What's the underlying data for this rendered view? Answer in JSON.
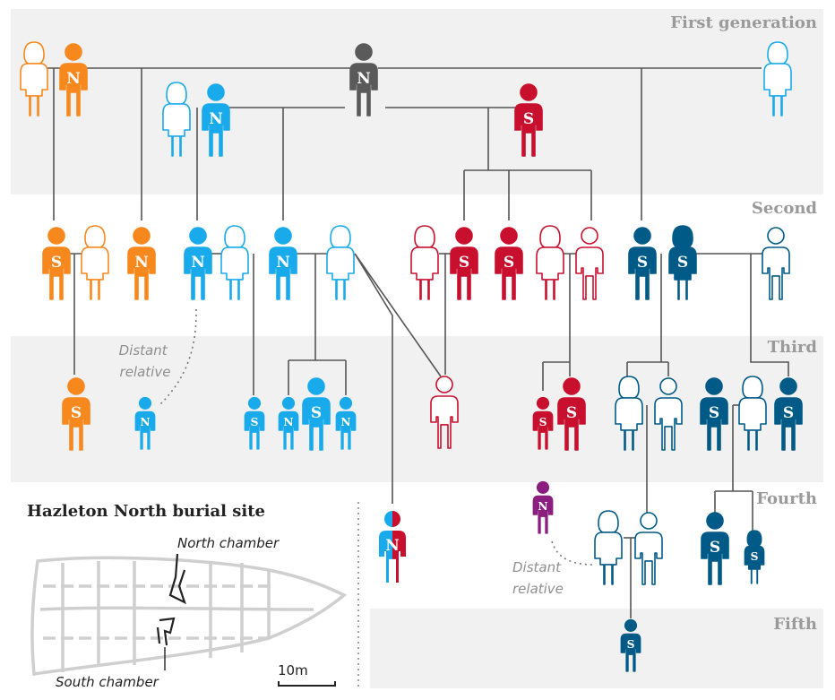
{
  "generations": {
    "first": "First generation",
    "second": "Second",
    "third": "Third",
    "fourth": "Fourth",
    "fifth": "Fifth"
  },
  "palette": {
    "north_orange": "#f7881e",
    "blue": "#18aaea",
    "red": "#c8102e",
    "navy": "#005a87",
    "grey": "#5a5a5a",
    "purple": "#8b1f80"
  },
  "legend_letters": {
    "north": "N",
    "south": "S"
  },
  "annotations": {
    "distant_relative_1": [
      "Distant",
      "relative"
    ],
    "distant_relative_2": [
      "Distant",
      "relative"
    ]
  },
  "site_map": {
    "title": "Hazleton North burial site",
    "north_chamber": "North chamber",
    "south_chamber": "South chamber",
    "scale": "10m"
  },
  "people": [
    {
      "id": "g1-orange-f",
      "family": "orange",
      "sex": "female",
      "fill": "outline",
      "letter": ""
    },
    {
      "id": "g1-orange-m",
      "family": "orange",
      "sex": "male",
      "fill": "solid",
      "letter": "N"
    },
    {
      "id": "g1-founder",
      "family": "grey",
      "sex": "male",
      "fill": "solid",
      "letter": "N"
    },
    {
      "id": "g1-red-f",
      "family": "blue",
      "sex": "female",
      "fill": "outline",
      "letter": ""
    },
    {
      "id": "g1-blue-f",
      "family": "blue",
      "sex": "female",
      "fill": "outline",
      "letter": ""
    },
    {
      "id": "g1-blue-m",
      "family": "blue",
      "sex": "male",
      "fill": "solid",
      "letter": "N"
    },
    {
      "id": "g1-red-m",
      "family": "red",
      "sex": "male",
      "fill": "solid",
      "letter": "S"
    },
    {
      "id": "g2-orange-m",
      "family": "orange",
      "sex": "male",
      "fill": "solid",
      "letter": "S"
    },
    {
      "id": "g2-orange-f",
      "family": "orange",
      "sex": "female",
      "fill": "outline",
      "letter": ""
    },
    {
      "id": "g2-orange-m2",
      "family": "orange",
      "sex": "male",
      "fill": "solid",
      "letter": "N"
    },
    {
      "id": "g2-blue-m1",
      "family": "blue",
      "sex": "male",
      "fill": "solid",
      "letter": "N"
    },
    {
      "id": "g2-blue-f1",
      "family": "blue",
      "sex": "female",
      "fill": "outline",
      "letter": ""
    },
    {
      "id": "g2-blue-m2",
      "family": "blue",
      "sex": "male",
      "fill": "solid",
      "letter": "N"
    },
    {
      "id": "g2-blue-f2",
      "family": "blue",
      "sex": "female",
      "fill": "outline",
      "letter": ""
    },
    {
      "id": "g2-red-f1",
      "family": "red",
      "sex": "female",
      "fill": "outline",
      "letter": ""
    },
    {
      "id": "g2-red-m1",
      "family": "red",
      "sex": "male",
      "fill": "solid",
      "letter": "S"
    },
    {
      "id": "g2-red-m2",
      "family": "red",
      "sex": "male",
      "fill": "solid",
      "letter": "S"
    },
    {
      "id": "g2-red-f2",
      "family": "red",
      "sex": "female",
      "fill": "outline",
      "letter": ""
    },
    {
      "id": "g2-red-m3",
      "family": "red",
      "sex": "male",
      "fill": "outline",
      "letter": ""
    },
    {
      "id": "g2-navy-m1",
      "family": "navy",
      "sex": "male",
      "fill": "solid",
      "letter": "S"
    },
    {
      "id": "g2-navy-m2",
      "family": "navy",
      "sex": "female",
      "fill": "solid",
      "letter": "S"
    },
    {
      "id": "g2-navy-m3",
      "family": "navy",
      "sex": "male",
      "fill": "outline",
      "letter": ""
    },
    {
      "id": "g3-orange",
      "family": "orange",
      "sex": "male",
      "fill": "solid",
      "letter": "S"
    },
    {
      "id": "g3-blue-distant",
      "family": "blue",
      "sex": "male",
      "fill": "solid",
      "letter": "N"
    },
    {
      "id": "g3-blue-1",
      "family": "blue",
      "sex": "male",
      "fill": "solid",
      "letter": "S"
    },
    {
      "id": "g3-blue-2",
      "family": "blue",
      "sex": "male",
      "fill": "solid",
      "letter": "N"
    },
    {
      "id": "g3-blue-3",
      "family": "blue",
      "sex": "male",
      "fill": "solid",
      "letter": "S"
    },
    {
      "id": "g3-blue-4",
      "family": "blue",
      "sex": "male",
      "fill": "solid",
      "letter": "N"
    },
    {
      "id": "g3-red-outline",
      "family": "red",
      "sex": "male",
      "fill": "outline",
      "letter": ""
    },
    {
      "id": "g3-red-1",
      "family": "red",
      "sex": "male",
      "fill": "solid",
      "letter": "S"
    },
    {
      "id": "g3-red-2",
      "family": "red",
      "sex": "male",
      "fill": "solid",
      "letter": "S"
    },
    {
      "id": "g3-navy-f1",
      "family": "navy",
      "sex": "female",
      "fill": "outline",
      "letter": ""
    },
    {
      "id": "g3-navy-m1",
      "family": "navy",
      "sex": "male",
      "fill": "outline",
      "letter": ""
    },
    {
      "id": "g3-navy-s1",
      "family": "navy",
      "sex": "male",
      "fill": "solid",
      "letter": "S"
    },
    {
      "id": "g3-navy-f2",
      "family": "navy",
      "sex": "female",
      "fill": "outline",
      "letter": ""
    },
    {
      "id": "g3-navy-s2",
      "family": "navy",
      "sex": "male",
      "fill": "solid",
      "letter": "S"
    },
    {
      "id": "g4-mixed",
      "family": "mixed",
      "sex": "male",
      "fill": "solid",
      "letter": "N"
    },
    {
      "id": "g4-purple",
      "family": "purple",
      "sex": "male",
      "fill": "solid",
      "letter": "N"
    },
    {
      "id": "g4-navy-f",
      "family": "navy",
      "sex": "female",
      "fill": "outline",
      "letter": ""
    },
    {
      "id": "g4-navy-m",
      "family": "navy",
      "sex": "male",
      "fill": "outline",
      "letter": ""
    },
    {
      "id": "g4-navy-s1",
      "family": "navy",
      "sex": "male",
      "fill": "solid",
      "letter": "S"
    },
    {
      "id": "g4-navy-s2",
      "family": "navy",
      "sex": "female",
      "fill": "solid",
      "letter": "S"
    },
    {
      "id": "g5-navy",
      "family": "navy",
      "sex": "male",
      "fill": "solid",
      "letter": "S"
    }
  ]
}
